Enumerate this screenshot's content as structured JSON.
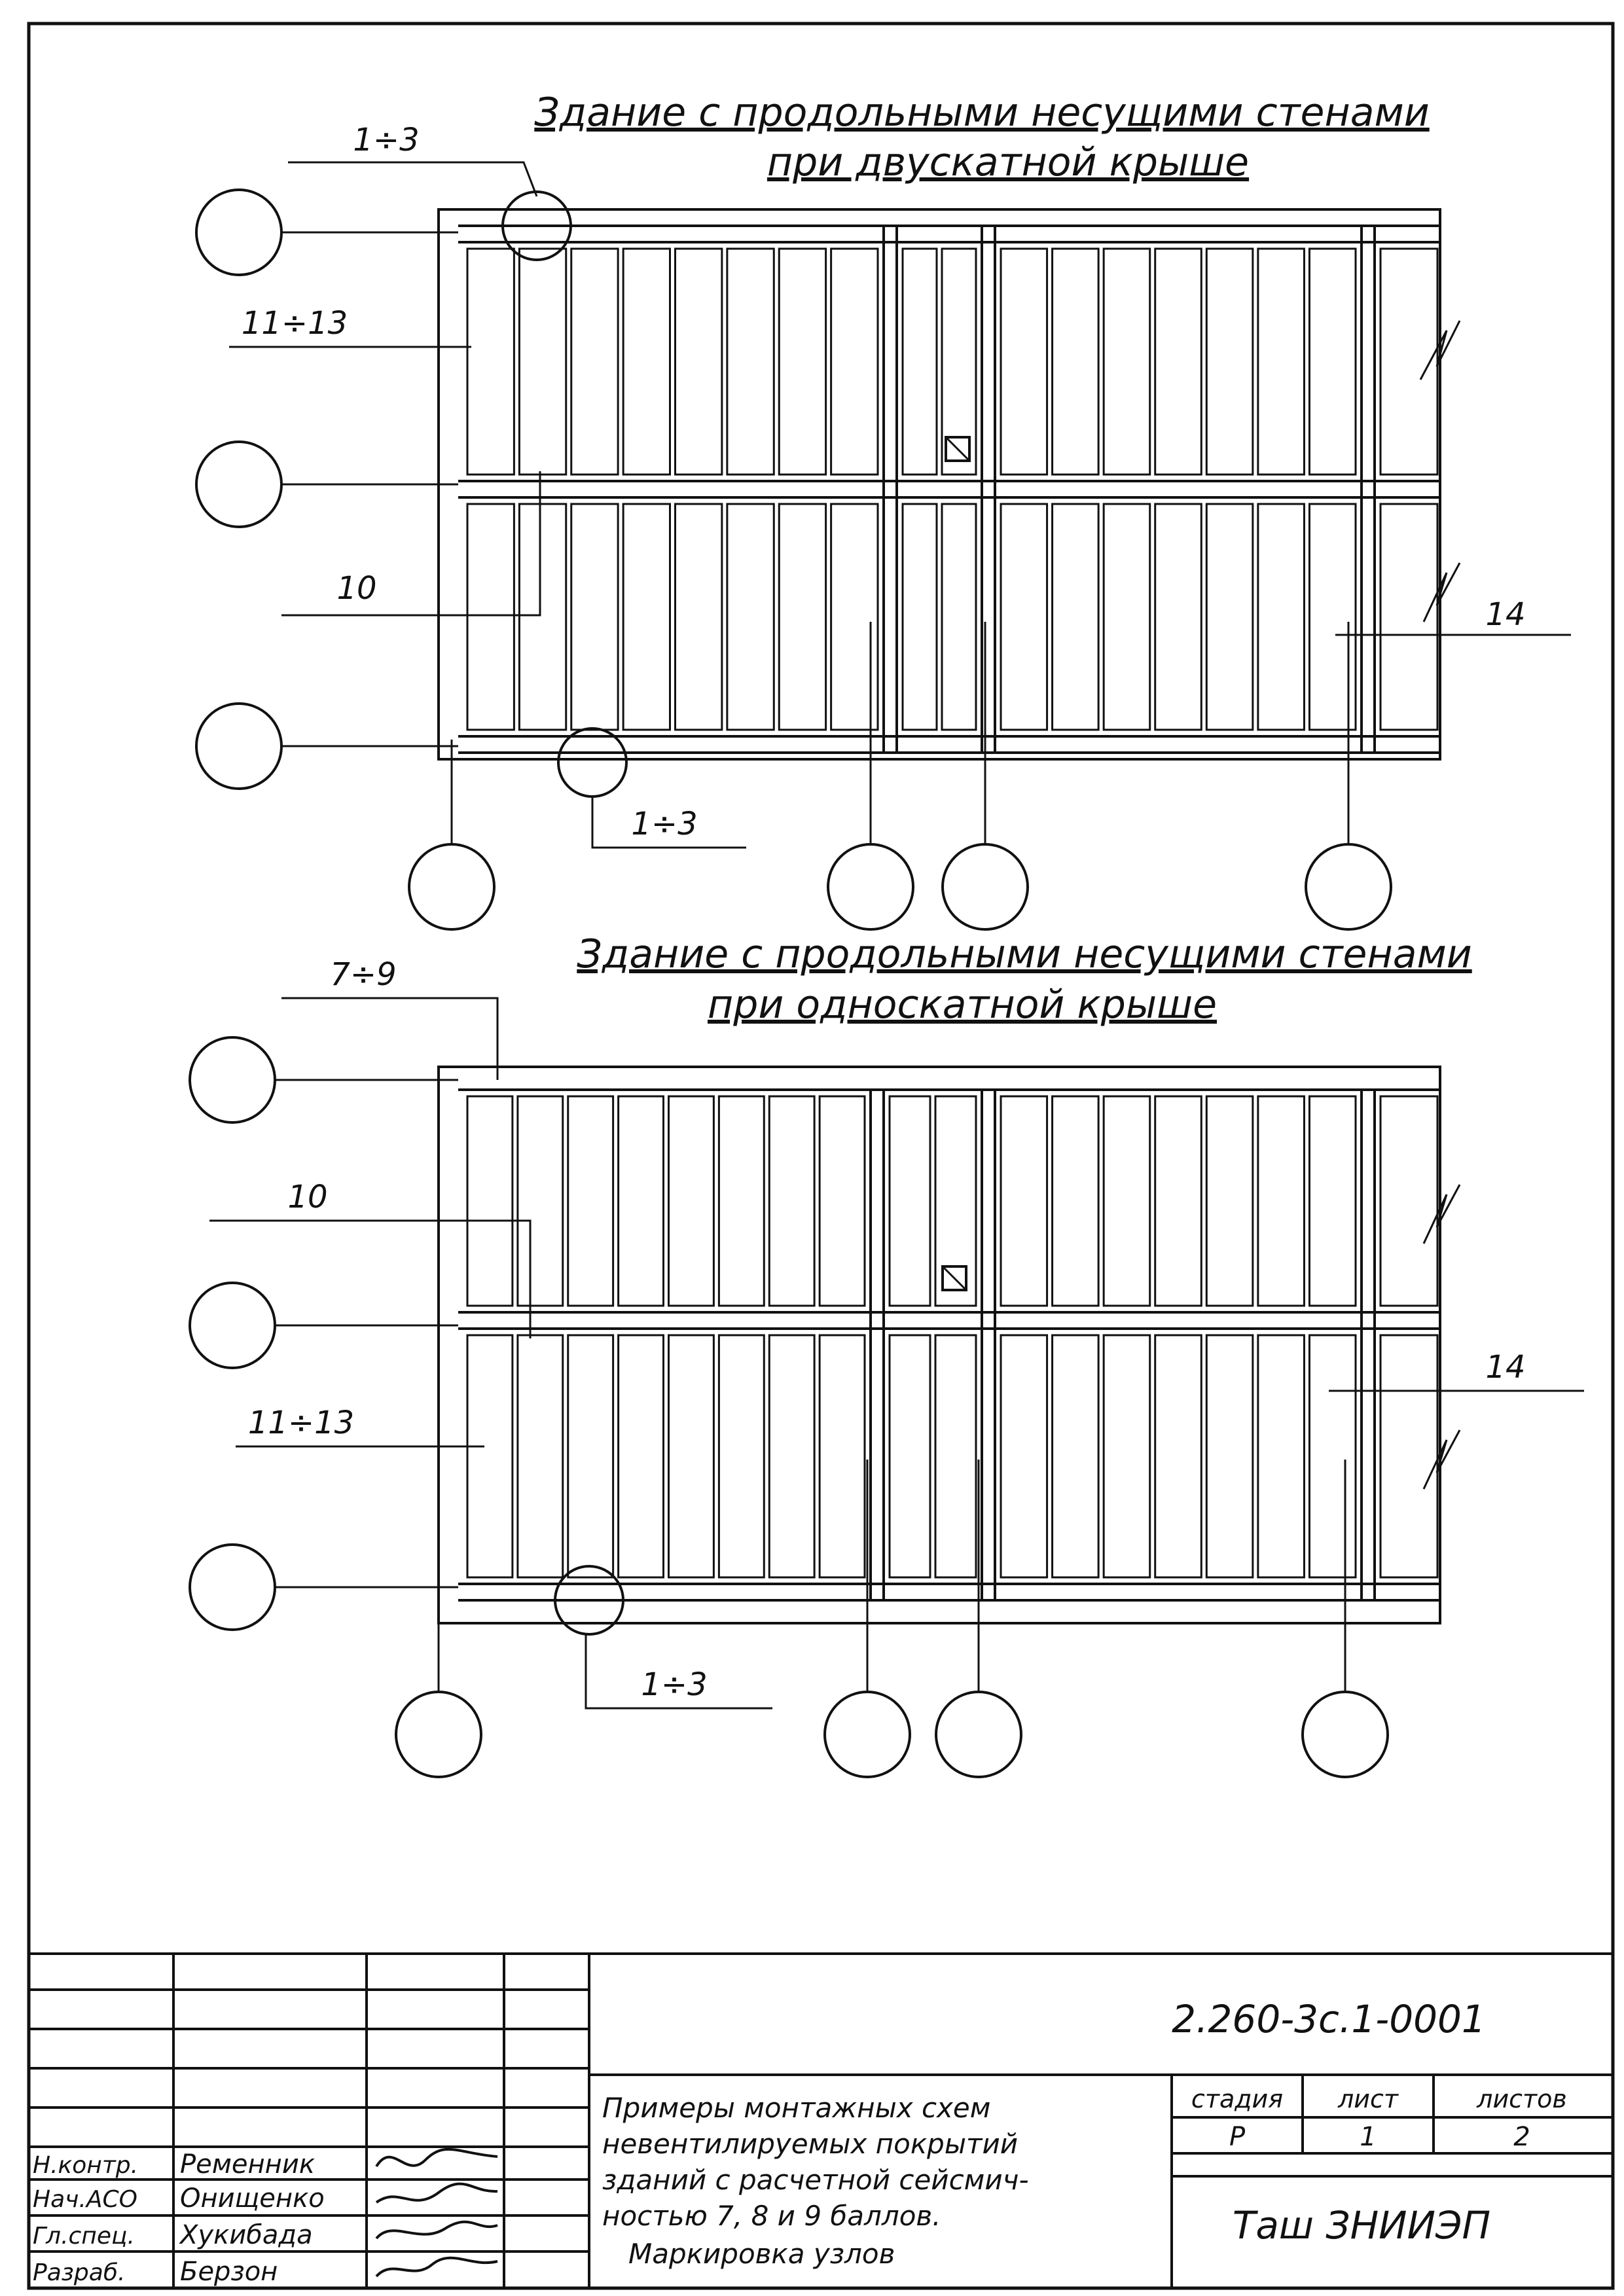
{
  "plan_top": {
    "title_line1": "Здание с продольными несущими стенами",
    "title_line2": "при двускатной крыше",
    "labels": {
      "l1": "1÷3",
      "l2": "11÷13",
      "l3": "10",
      "l4": "1÷3",
      "l5": "14"
    }
  },
  "plan_bottom": {
    "title_line1": "Здание с продольными несущими стенами",
    "title_line2": "при односкатной крыше",
    "labels": {
      "l1": "7÷9",
      "l2": "10",
      "l3": "11÷13",
      "l4": "1÷3",
      "l5": "14"
    }
  },
  "title_block": {
    "doc_code": "2.260-3с.1-0001",
    "description": [
      "Примеры монтажных схем",
      "невентилируемых покрытий",
      "зданий с расчетной сейсмич-",
      "ностью 7, 8 и 9 баллов.",
      "Маркировка узлов"
    ],
    "stage_header": "стадия",
    "sheet_header": "лист",
    "sheets_header": "листов",
    "stage": "Р",
    "sheet": "1",
    "sheets": "2",
    "org": "Таш ЗНИИЭП",
    "roles": [
      {
        "role": "Н.контр.",
        "name": "Ременник"
      },
      {
        "role": "Нач.АСО",
        "name": "Онищенко"
      },
      {
        "role": "Гл.спец.",
        "name": "Хукибада"
      },
      {
        "role": "Разраб.",
        "name": "Берзон"
      }
    ]
  }
}
